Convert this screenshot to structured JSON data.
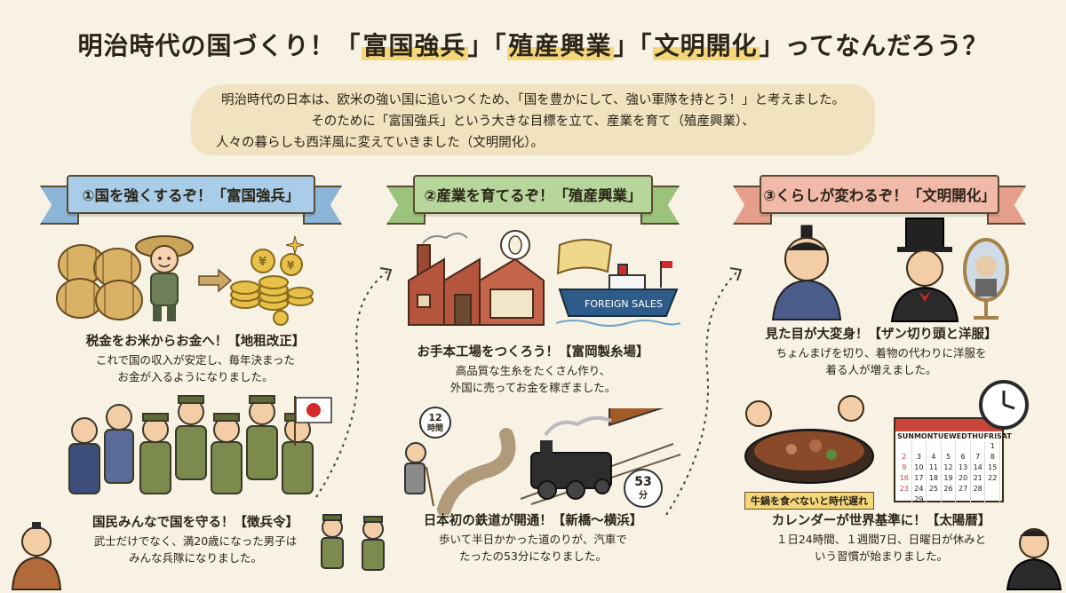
{
  "title": {
    "prefix": "明治時代の国づくり！「",
    "w1": "富国強兵",
    "m1": "」「",
    "w2": "殖産興業",
    "m2": "」「",
    "w3": "文明開化",
    "suffix": "」ってなんだろう？"
  },
  "intro": {
    "line1": "明治時代の日本は、欧米の強い国に追いつくため、「国を豊かにして、強い軍隊を持とう！」と考えました。",
    "line2": "そのために「富国強兵」という大きな目標を立て、産業を育て（殖産興業）、",
    "line3": "人々の暮らしも西洋風に変えていきました（文明開化）。"
  },
  "sections": [
    {
      "ribbon": "①国を強くするぞ！「富国強兵」",
      "items": [
        {
          "heading": "税金をお米からお金へ！【地租改正】",
          "desc1": "これで国の収入が安定し、毎年決まった",
          "desc2": "お金が入るようになりました。"
        },
        {
          "heading": "国民みんなで国を守る！【徴兵令】",
          "desc1": "武士だけでなく、満20歳になった男子は",
          "desc2": "みんな兵隊になりました。"
        }
      ]
    },
    {
      "ribbon": "②産業を育てるぞ！「殖産興業」",
      "items": [
        {
          "heading": "お手本工場をつくろう！【富岡製糸場】",
          "desc1": "高品質な生糸をたくさん作り、",
          "desc2": "外国に売ってお金を稼ぎました。"
        },
        {
          "heading": "日本初の鉄道が開通！【新橋〜横浜】",
          "desc1": "歩いて半日かかった道のりが、汽車で",
          "desc2": "たったの53分になりました。"
        }
      ]
    },
    {
      "ribbon": "③くらしが変わるぞ！「文明開化」",
      "items": [
        {
          "heading": "見た目が大変身！【ザン切り頭と洋服】",
          "desc1": "ちょんまげを切り、着物の代わりに洋服を",
          "desc2": "着る人が増えました。"
        },
        {
          "heading": "カレンダーが世界基準に！【太陽暦】",
          "desc1": "１日24時間、１週間7日、日曜日が休みと",
          "desc2": "いう習慣が始まりました。"
        }
      ]
    }
  ],
  "labels": {
    "ship": "FOREIGN SALES",
    "clock_num": "12",
    "clock_unit": "時間",
    "train_num": "53",
    "train_unit": "分",
    "gyunabe": "牛鍋を食べないと時代遅れ"
  },
  "calendar": {
    "days": [
      "SUN",
      "MON",
      "TUE",
      "WED",
      "THU",
      "FRI",
      "SAT"
    ],
    "rows": [
      [
        "",
        "",
        "",
        "",
        "",
        "",
        "1"
      ],
      [
        "2",
        "3",
        "4",
        "5",
        "6",
        "7",
        "8"
      ],
      [
        "9",
        "10",
        "11",
        "12",
        "13",
        "14",
        "15"
      ],
      [
        "16",
        "17",
        "18",
        "19",
        "20",
        "21",
        "22"
      ],
      [
        "23",
        "24",
        "25",
        "26",
        "27",
        "28",
        ""
      ],
      [
        "",
        "29",
        "",
        "",
        "",
        "",
        ""
      ]
    ]
  },
  "colors": {
    "background": "#f7f2e4",
    "ribbon1": "#a9cde8",
    "ribbon2": "#b7d69b",
    "ribbon3": "#f1b9a8",
    "highlight": "#f4d77a"
  }
}
